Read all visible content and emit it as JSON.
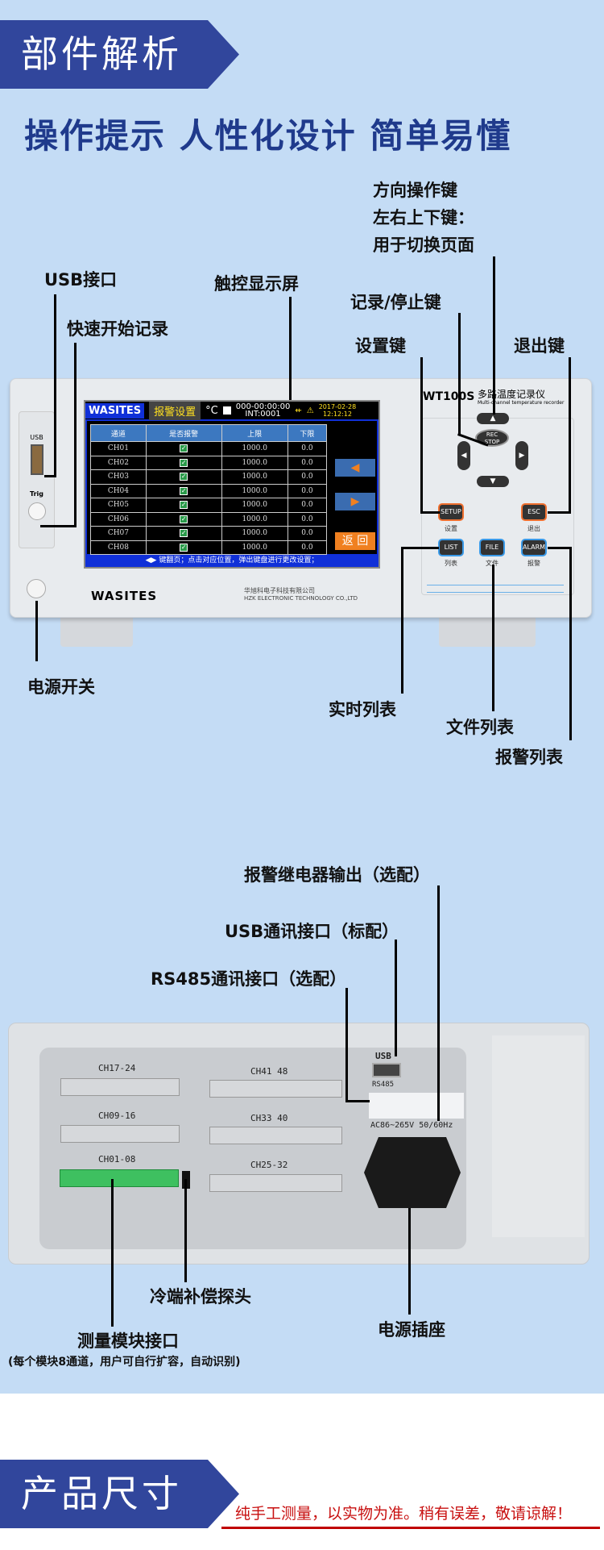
{
  "section1": {
    "title": "部件解析",
    "subtitle": "操作提示 人性化设计 简单易懂"
  },
  "front_labels": {
    "dir1": "方向操作键",
    "dir2": "左右上下键：",
    "dir3": "用于切换页面",
    "usb": "USB接口",
    "touch": "触控显示屏",
    "rec": "记录/停止键",
    "quick": "快速开始记录",
    "setup": "设置键",
    "esc": "退出键",
    "power": "电源开关",
    "live": "实时列表",
    "file": "文件列表",
    "alarm": "报警列表"
  },
  "device": {
    "model": "WT100S",
    "name_cn": "多路温度记录仪",
    "name_en": "Multi-channel temperature recorder",
    "brand": "WASITES",
    "company_cn": "华旭科电子科技有限公司",
    "company_en": "HZK ELECTRONIC TECHNOLOGY CO.,LTD",
    "usb": "USB",
    "trig": "Trig",
    "keys": {
      "rec": "REC",
      "stop": "STOP",
      "setup": "SETUP",
      "setup_cn": "设置",
      "esc": "ESC",
      "esc_cn": "退出",
      "list": "LIST",
      "list_cn": "列表",
      "file": "FILE",
      "file_cn": "文件",
      "alarm": "ALARM",
      "alarm_cn": "报警"
    }
  },
  "screen": {
    "logo": "WASITES",
    "mode": "报警设置",
    "unit": "°C",
    "timer": "000-00:00:00",
    "int": "INT:0001",
    "date": "2017-02-28",
    "time": "12:12:12",
    "headers": [
      "通道",
      "是否报警",
      "上限",
      "下限"
    ],
    "rows": [
      [
        "CH01",
        "1000.0",
        "0.0"
      ],
      [
        "CH02",
        "1000.0",
        "0.0"
      ],
      [
        "CH03",
        "1000.0",
        "0.0"
      ],
      [
        "CH04",
        "1000.0",
        "0.0"
      ],
      [
        "CH05",
        "1000.0",
        "0.0"
      ],
      [
        "CH06",
        "1000.0",
        "0.0"
      ],
      [
        "CH07",
        "1000.0",
        "0.0"
      ],
      [
        "CH08",
        "1000.0",
        "0.0"
      ]
    ],
    "prev": "◀",
    "next": "▶",
    "back": "返 回",
    "hint": "◀▶ 键翻页；点击对应位置，弹出键盘进行更改设置；"
  },
  "back_labels": {
    "relay": "报警继电器输出（选配）",
    "usb": "USB通讯接口（标配）",
    "rs485": "RS485通讯接口（选配）",
    "cjc": "冷端补偿探头",
    "module": "测量模块接口",
    "module_note": "(每个模块8通道，用户可自行扩容，自动识别)",
    "socket": "电源插座"
  },
  "back_panel": {
    "slots": [
      "CH17-24",
      "CH41 48",
      "CH09-16",
      "CH33 40",
      "CH01-08",
      "CH25-32"
    ],
    "usb": "USB",
    "rs485": "RS485",
    "power": "AC86~265V 50/60Hz"
  },
  "section2": {
    "title": "产品尺寸",
    "note": "纯手工测量，以实物为准。稍有误差，敬请谅解！"
  }
}
